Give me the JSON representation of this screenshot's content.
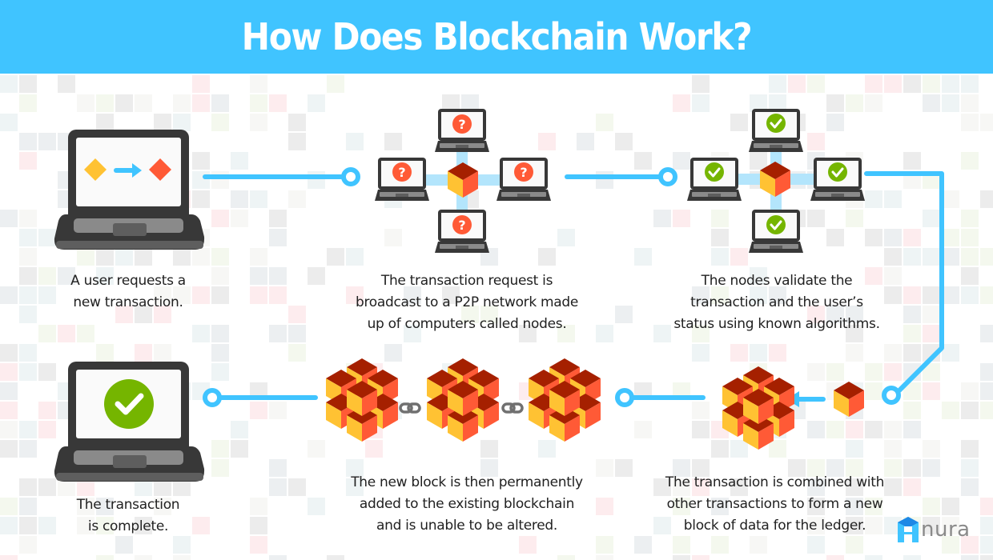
{
  "header": {
    "title": "How Does Blockchain Work?"
  },
  "colors": {
    "header_bg": "#40c4ff",
    "connector": "#40c4ff",
    "connector_light": "#b3e5fc",
    "laptop_frame": "#383838",
    "laptop_screen": "#fafafa",
    "laptop_keyboard": "#8a8a8a",
    "cube_top": "#a52000",
    "cube_left": "#ffc233",
    "cube_right": "#ff5a36",
    "question_badge": "#ff5a36",
    "check_badge": "#75b500",
    "tile_palette": [
      "#eceff1",
      "#ececec",
      "#fdecee",
      "#f4f8ee",
      "#f7f7f5",
      "#eef4f5"
    ]
  },
  "steps": [
    {
      "id": 1,
      "caption_lines": [
        "A user requests a",
        "new transaction."
      ],
      "icon": "laptop-transaction-icon"
    },
    {
      "id": 2,
      "caption_lines": [
        "The transaction request is",
        "broadcast to a P2P network made",
        "up of computers called nodes."
      ],
      "icon": "network-question-icon",
      "node_status": "question"
    },
    {
      "id": 3,
      "caption_lines": [
        "The nodes validate the",
        "transaction and the user’s",
        "status using known algorithms."
      ],
      "icon": "network-validated-icon",
      "node_status": "check"
    },
    {
      "id": 4,
      "caption_lines": [
        "The transaction is combined with",
        "other transactions to form a new",
        "block of data for the ledger."
      ],
      "icon": "block-forming-icon"
    },
    {
      "id": 5,
      "caption_lines": [
        "The new block is then permanently",
        "added to the existing blockchain",
        "and is unable to be altered."
      ],
      "icon": "blockchain-icon",
      "chain_blocks": 3
    },
    {
      "id": 6,
      "caption_lines": [
        "The transaction",
        "is complete."
      ],
      "icon": "laptop-complete-icon"
    }
  ],
  "logo": {
    "text": "nura",
    "icon": "anura-logo-icon"
  }
}
